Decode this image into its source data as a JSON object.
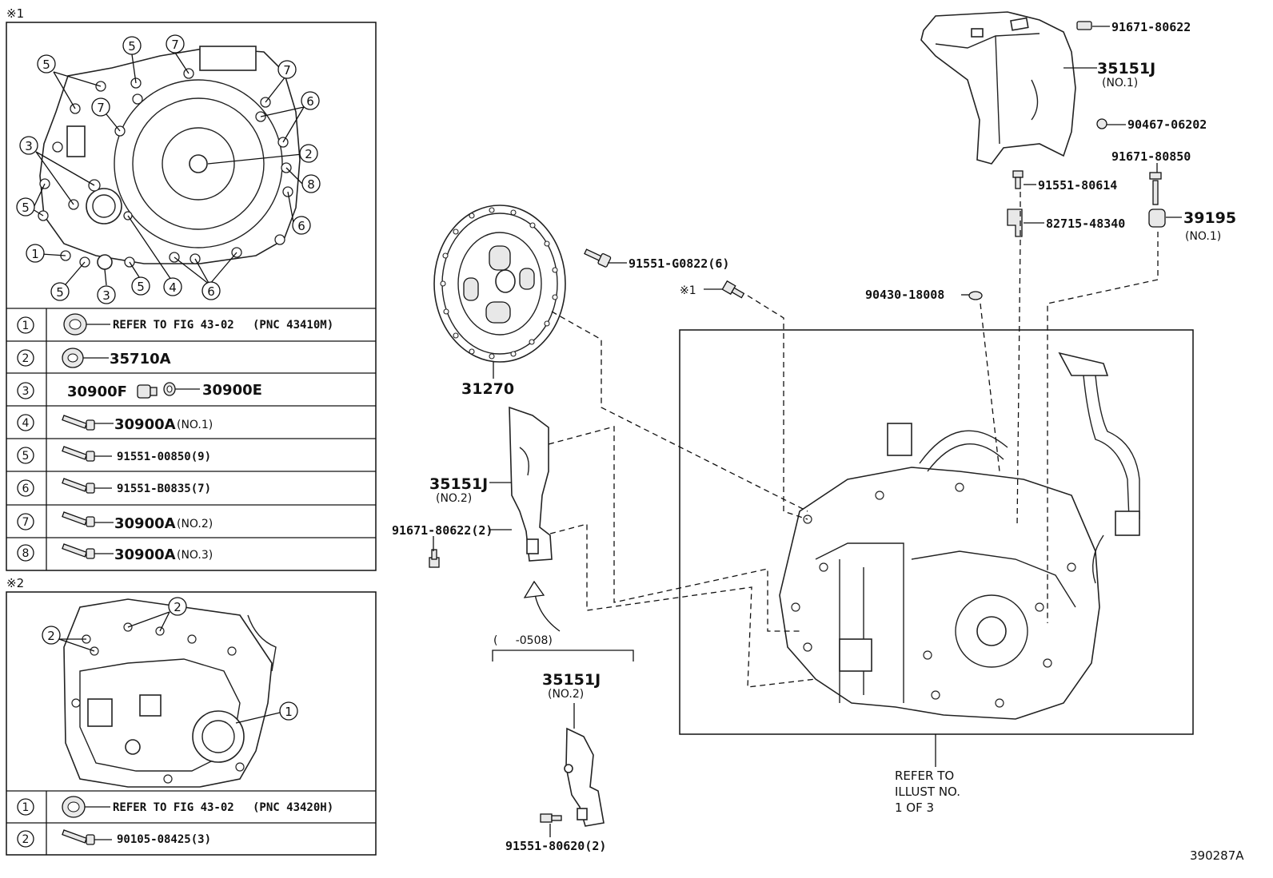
{
  "panel1": {
    "marker": "※1",
    "rows": [
      {
        "num": "1",
        "text": "REFER TO FIG 43-02",
        "text2": "(PNC 43410M)"
      },
      {
        "num": "2",
        "text": "35710A",
        "text2": ""
      },
      {
        "num": "3",
        "text": "30900F",
        "text2": "30900E"
      },
      {
        "num": "4",
        "text": "30900A",
        "text2": "(NO.1)"
      },
      {
        "num": "5",
        "text": "91551-00850(9)",
        "text2": ""
      },
      {
        "num": "6",
        "text": "91551-B0835(7)",
        "text2": ""
      },
      {
        "num": "7",
        "text": "30900A",
        "text2": "(NO.2)"
      },
      {
        "num": "8",
        "text": "30900A",
        "text2": "(NO.3)"
      }
    ],
    "callouts": [
      "5",
      "5",
      "7",
      "7",
      "6",
      "7",
      "3",
      "2",
      "8",
      "5",
      "6",
      "1",
      "5",
      "3",
      "5",
      "4",
      "6"
    ]
  },
  "panel2": {
    "marker": "※2",
    "rows": [
      {
        "num": "1",
        "text": "REFER TO FIG 43-02",
        "text2": "(PNC 43420H)"
      },
      {
        "num": "2",
        "text": "90105-08425(3)",
        "text2": ""
      }
    ],
    "callouts": [
      "2",
      "2",
      "1"
    ]
  },
  "labels": {
    "p91671_80622_top": "91671-80622",
    "p35151J_top": "35151J",
    "p35151J_top_no": "(NO.1)",
    "p90467": "90467-06202",
    "p91671_80850": "91671-80850",
    "p91551_80614": "91551-80614",
    "p82715": "82715-48340",
    "p39195": "39195",
    "p39195_no": "(NO.1)",
    "p91551_G0822": "91551-G0822(6)",
    "mark1": "※1",
    "p90430": "90430-18008",
    "p31270": "31270",
    "p35151J_mid": "35151J",
    "p35151J_mid_no": "(NO.2)",
    "p91671_80622_mid": "91671-80622(2)",
    "date_range": "(     -0508)",
    "p35151J_low": "35151J",
    "p35151J_low_no": "(NO.2)",
    "p91551_80620": "91551-80620(2)",
    "refer_line1": "REFER TO",
    "refer_line2": "ILLUST NO.",
    "refer_line3": "1 OF 3",
    "figure_id": "390287A"
  }
}
